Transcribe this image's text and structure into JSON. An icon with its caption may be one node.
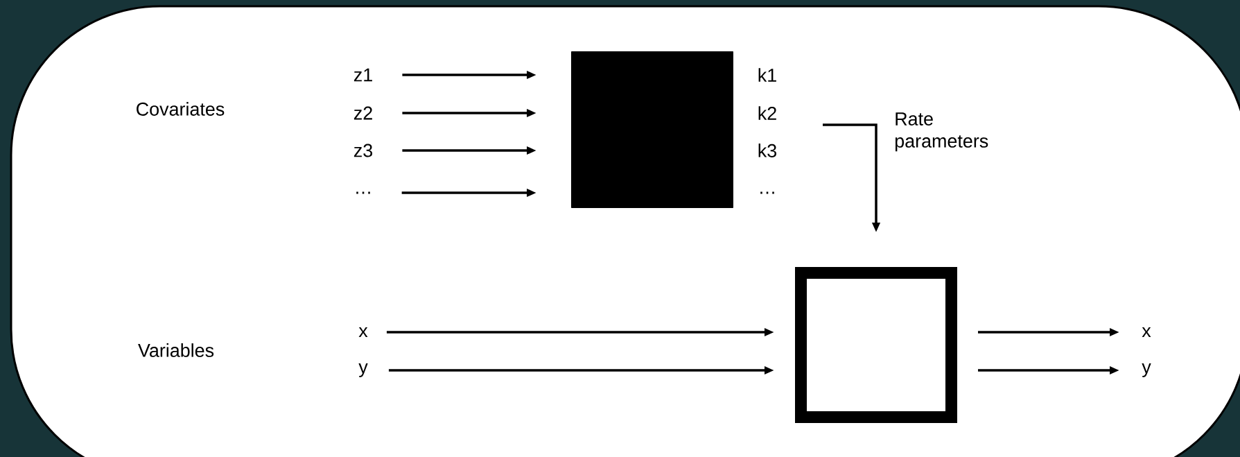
{
  "diagram": {
    "nodes": [
      {
        "text": [
          "z1"
        ]
      },
      {
        "text": [
          "z2"
        ]
      },
      {
        "text": [
          "z3"
        ]
      },
      {
        "text": [
          "…"
        ]
      },
      {
        "text": [],
        "shape": "box"
      },
      {
        "text": [
          "x"
        ]
      },
      {
        "text": [
          "y"
        ]
      },
      {
        "text": [],
        "shape": "box"
      },
      {
        "text": [
          "x"
        ]
      },
      {
        "text": [
          "y"
        ]
      }
    ],
    "edges": [
      {
        "from": 0,
        "to": 4,
        "arrow": "to"
      },
      {
        "from": 1,
        "to": 4,
        "arrow": "to"
      },
      {
        "from": 2,
        "to": 4,
        "arrow": "to"
      },
      {
        "from": 3,
        "to": 4,
        "arrow": "to"
      },
      {
        "from": null,
        "to": 7,
        "arrow": "to",
        "label": "Rate parameters"
      },
      {
        "from": 5,
        "to": 7,
        "arrow": "to"
      },
      {
        "from": 6,
        "to": 7,
        "arrow": "to"
      },
      {
        "from": 7,
        "to": 8,
        "arrow": "to"
      },
      {
        "from": 7,
        "to": 9,
        "arrow": "to"
      }
    ],
    "labels": [
      "Covariates",
      "k1",
      "k2",
      "k3",
      "…",
      "Variables"
    ]
  }
}
